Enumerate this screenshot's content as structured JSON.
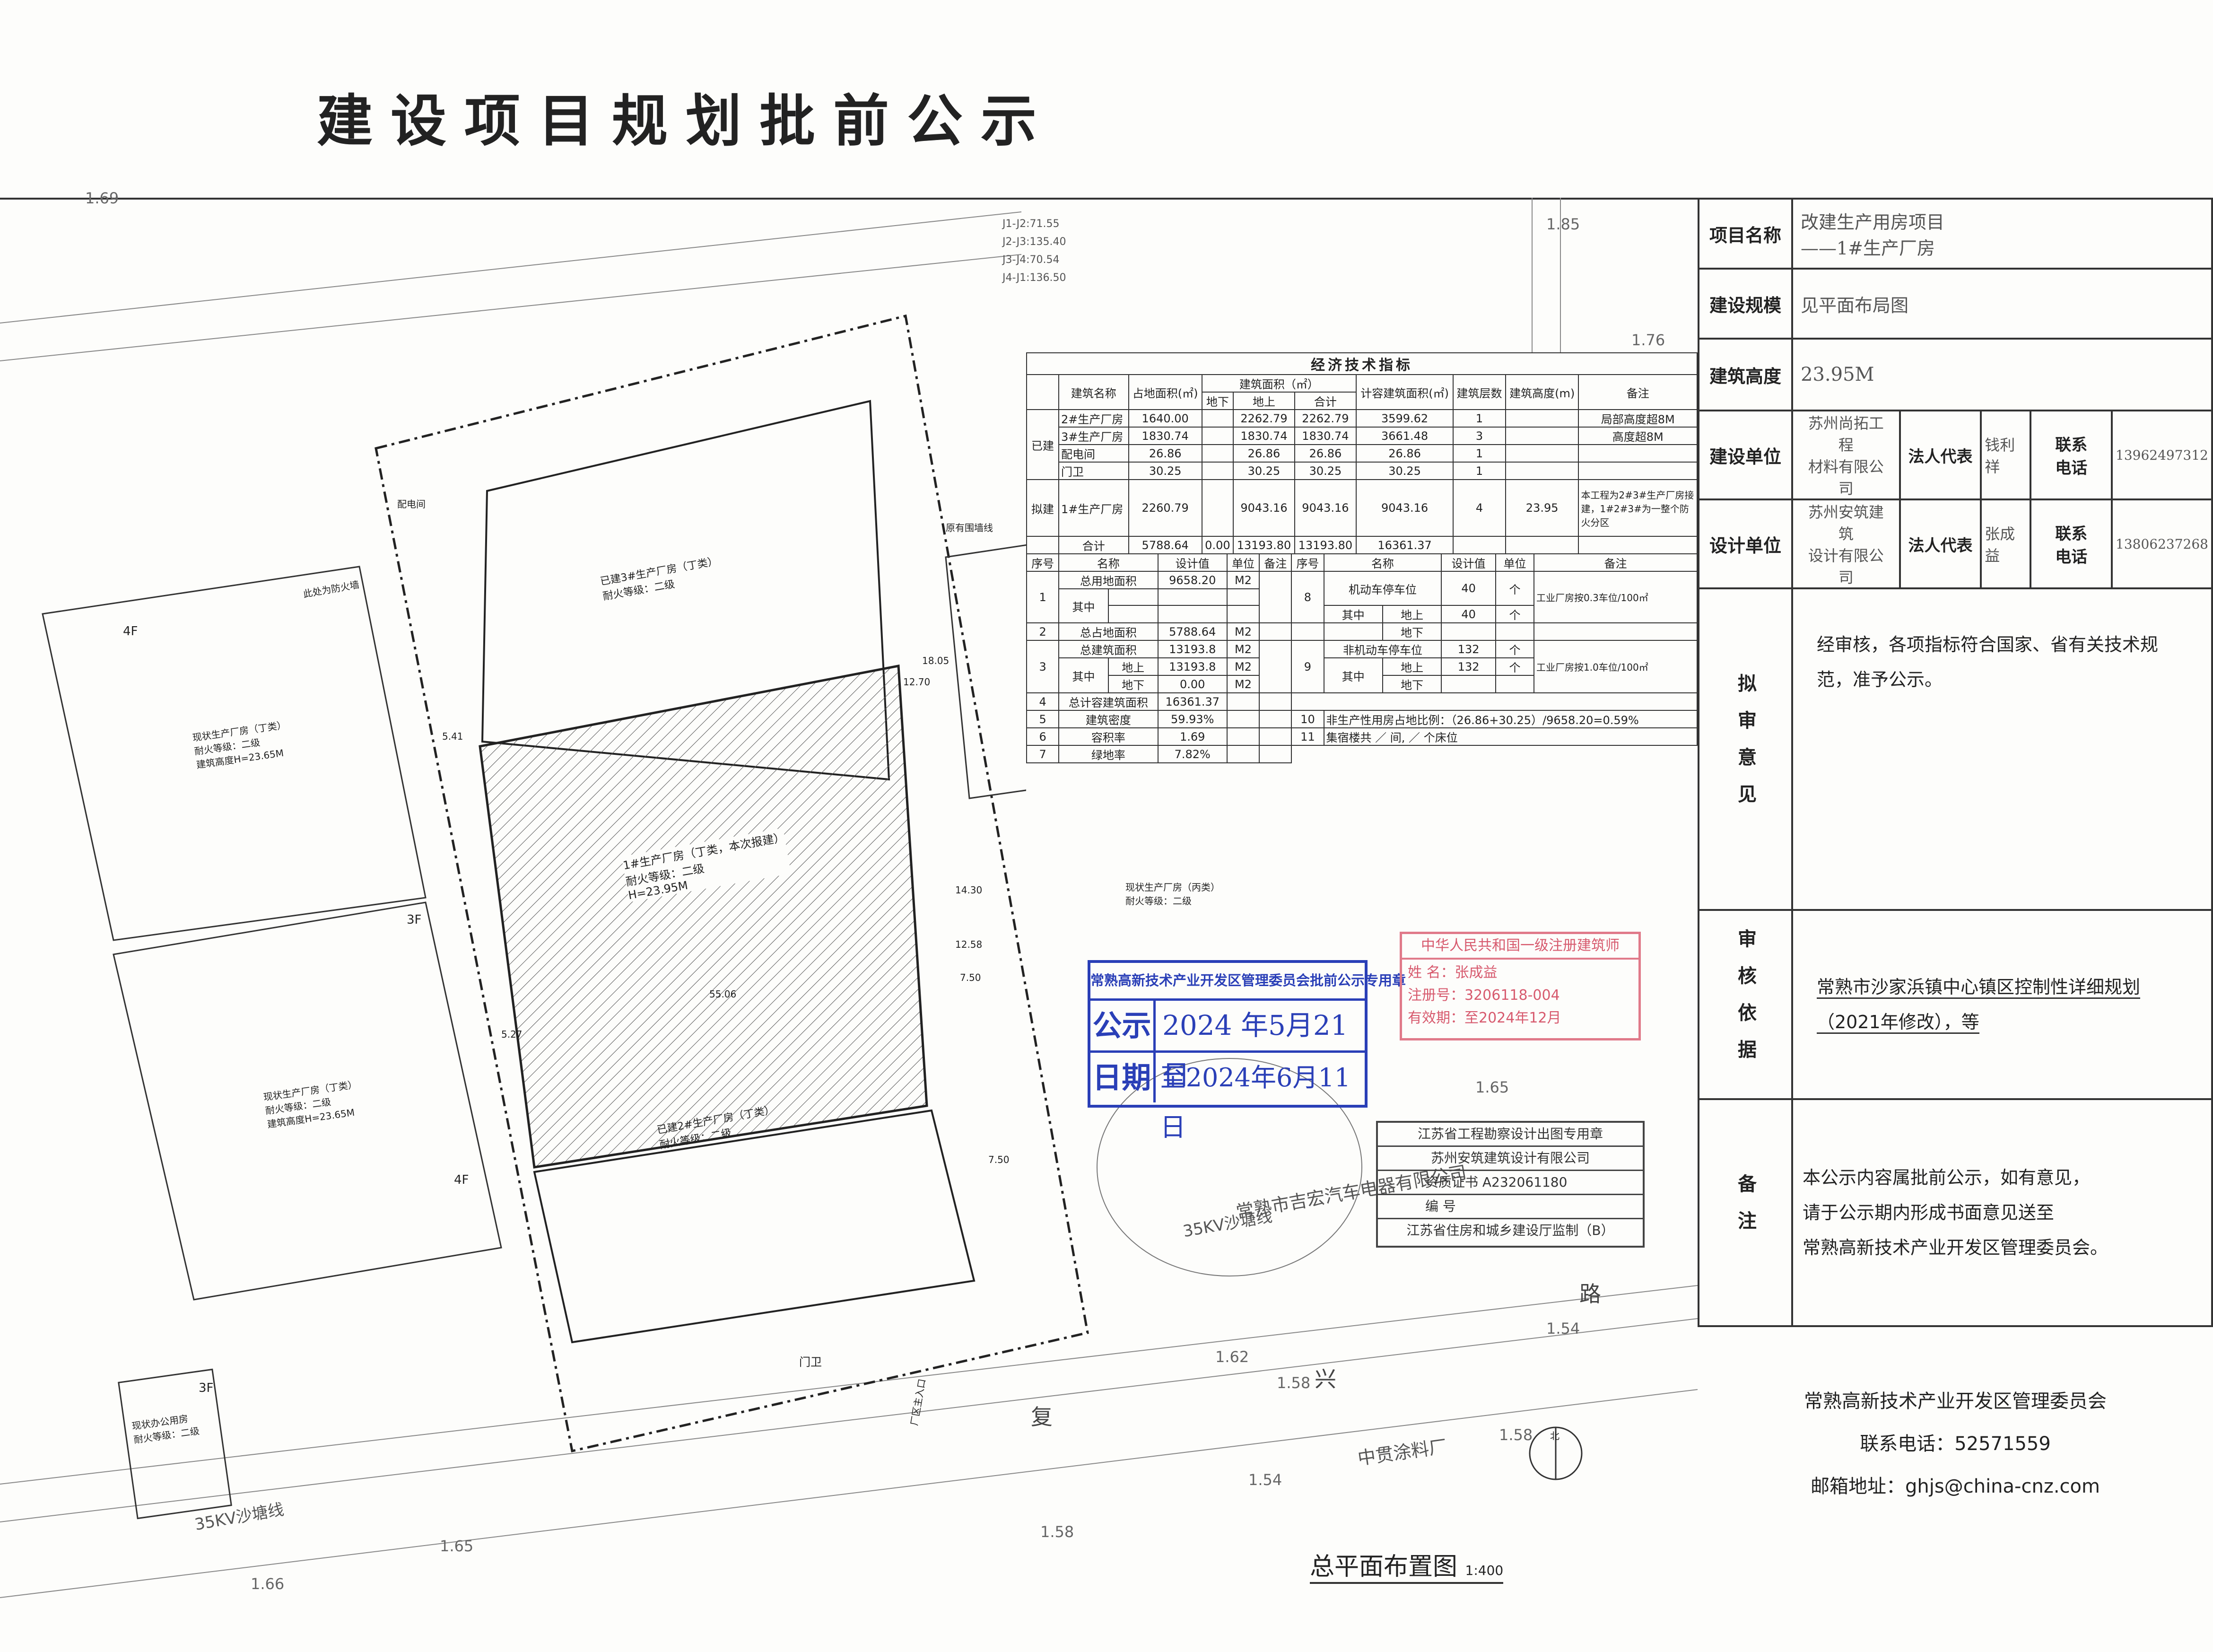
{
  "title": "建设项目规划批前公示",
  "side_panel": {
    "project_name_label": "项目名称",
    "project_name_value_line1": "改建生产用房项目",
    "project_name_value_line2": "——1#生产厂房",
    "scale_label": "建设规模",
    "scale_value": "见平面布局图",
    "height_label": "建筑高度",
    "height_value": "23.95M",
    "builder_label": "建设单位",
    "builder_value_line1": "苏州尚拓工程",
    "builder_value_line2": "材料有限公司",
    "legal_rep_label": "法人代表",
    "builder_legal_rep": "钱利祥",
    "contact_label_line1": "联系",
    "contact_label_line2": "电话",
    "builder_phone": "13962497312",
    "designer_label": "设计单位",
    "designer_value_line1": "苏州安筑建筑",
    "designer_value_line2": "设计有限公司",
    "designer_legal_rep": "张成益",
    "designer_phone": "13806237268",
    "opinion_label": "拟审意见",
    "opinion_text": "经审核，各项指标符合国家、省有关技术规范，准予公示。",
    "basis_label": "审核依据",
    "basis_text": "常熟市沙家浜镇中心镇区控制性详细规划（2021年修改），等",
    "remark_label": "备注",
    "remark_text_line1": "本公示内容属批前公示，如有意见，",
    "remark_text_line2": "请于公示期内形成书面意见送至",
    "remark_text_line3": "常熟高新技术产业开发区管理委员会。",
    "footer_org": "常熟高新技术产业开发区管理委员会",
    "footer_phone_label": "联系电话：",
    "footer_phone": "52571559",
    "footer_email_label": "邮箱地址：",
    "footer_email": "ghjs@china-cnz.com"
  },
  "econ_table": {
    "title": "经济技术指标",
    "headers": {
      "name": "建筑名称",
      "footprint": "占地面积(㎡)",
      "gfa": "建筑面积（㎡）",
      "below": "地下",
      "above": "地上",
      "total": "合计",
      "far_area": "计容建筑面积(㎡)",
      "floors": "建筑层数",
      "height": "建筑高度(m)",
      "remark": "备注"
    },
    "existing_label": "已建",
    "planned_label": "拟建",
    "existing": [
      {
        "name": "2#生产厂房",
        "footprint": "1640.00",
        "below": "",
        "above": "2262.79",
        "total": "2262.79",
        "far": "3599.62",
        "floors": "1",
        "height": "",
        "remark": "局部高度超8M"
      },
      {
        "name": "3#生产厂房",
        "footprint": "1830.74",
        "below": "",
        "above": "1830.74",
        "total": "1830.74",
        "far": "3661.48",
        "floors": "3",
        "height": "",
        "remark": "高度超8M"
      },
      {
        "name": "配电间",
        "footprint": "26.86",
        "below": "",
        "above": "26.86",
        "total": "26.86",
        "far": "26.86",
        "floors": "1",
        "height": "",
        "remark": ""
      },
      {
        "name": "门卫",
        "footprint": "30.25",
        "below": "",
        "above": "30.25",
        "total": "30.25",
        "far": "30.25",
        "floors": "1",
        "height": "",
        "remark": ""
      }
    ],
    "planned": {
      "name": "1#生产厂房",
      "footprint": "2260.79",
      "below": "",
      "above": "9043.16",
      "total": "9043.16",
      "far": "9043.16",
      "floors": "4",
      "height": "23.95",
      "remark": "本工程为2#3#生产厂房接建，1#2#3#为一整个防火分区"
    },
    "total_row": {
      "name": "合计",
      "footprint": "5788.64",
      "below": "0.00",
      "above": "13193.80",
      "total": "13193.80",
      "far": "16361.37"
    },
    "h2": {
      "no": "序号",
      "name": "名称",
      "value": "设计值",
      "unit": "单位",
      "remark": "备注"
    },
    "rows": {
      "r1_no": "1",
      "r1_name": "总用地面积",
      "r1_value": "9658.20",
      "r1_unit": "M2",
      "r1_sub": "其中",
      "r2_no": "2",
      "r2_name": "总占地面积",
      "r2_value": "5788.64",
      "r2_unit": "M2",
      "r3_no": "3",
      "r3_name": "总建筑面积",
      "r3_value": "13193.8",
      "r3_unit": "M2",
      "r3_sub": "其中",
      "r3_above": "地上",
      "r3_above_value": "13193.8",
      "r3_above_unit": "M2",
      "r3_below": "地下",
      "r3_below_value": "0.00",
      "r3_below_unit": "M2",
      "r4_no": "4",
      "r4_name": "总计容建筑面积",
      "r4_value": "16361.37",
      "r5_no": "5",
      "r5_name": "建筑密度",
      "r5_value": "59.93%",
      "r6_no": "6",
      "r6_name": "容积率",
      "r6_value": "1.69",
      "r7_no": "7",
      "r7_name": "绿地率",
      "r7_value": "7.82%",
      "r8_no": "8",
      "r8_name": "机动车停车位",
      "r8_value": "40",
      "r8_unit": "个",
      "r8_sub": "其中",
      "r8_above": "地上",
      "r8_above_value": "40",
      "r8_above_unit": "个",
      "r8_below": "地下",
      "r8_remark": "工业厂房按0.3车位/100㎡",
      "r9_no": "9",
      "r9_name": "非机动车停车位",
      "r9_value": "132",
      "r9_unit": "个",
      "r9_sub": "其中",
      "r9_above": "地上",
      "r9_above_value": "132",
      "r9_above_unit": "个",
      "r9_below": "地下",
      "r9_remark": "工业厂房按1.0车位/100㎡",
      "r10_no": "10",
      "r10_text": "非生产性用房占地比例：（26.86+30.25）/9658.20=0.59%",
      "r11_no": "11",
      "r11_text": "集宿楼共 ／ 间, ／ 个床位"
    }
  },
  "stamp_blue": {
    "header": "常熟高新技术产业开发区管理委员会批前公示专用章",
    "row1_label": "公示",
    "row2_label": "日期",
    "start_date": "2024 年5月21日",
    "end_date": "至2024年6月11日"
  },
  "stamp_red": {
    "header": "中华人民共和国一级注册建筑师",
    "name_line": "姓 名：张成益",
    "reg_line": "注册号：3206118-004",
    "valid_line": "有效期：至2024年12月"
  },
  "stamp_seal": {
    "line1": "江苏省工程勘察设计出图专用章",
    "line2": "苏州安筑建筑设计有限公司",
    "line3": "资质证书 A232061180",
    "line4": "编 号",
    "line5": "江苏省住房和城乡建设厅监制（B）"
  },
  "drawing": {
    "caption": "总平面布置图",
    "scale": "1:400",
    "bldg_3": "已建3#生产厂房（丁类）",
    "bldg_3_sub": "耐火等级：二级",
    "bldg_1": "1#生产厂房（丁类，本次报建）",
    "bldg_1_sub1": "耐火等级：二级",
    "bldg_1_sub2": "H=23.95M",
    "bldg_2": "已建2#生产厂房（丁类）",
    "bldg_2_sub": "耐火等级：二级",
    "west_top": "现状生产厂房（丁类）",
    "west_top_sub1": "耐火等级：二级",
    "west_top_sub2": "建筑高度H=23.65M",
    "west_mid": "现状生产厂房（丁类）",
    "west_mid_sub1": "耐火等级：二级",
    "west_mid_sub2": "建筑高度H=23.65M",
    "west_office": "现状办公用房",
    "west_office_sub": "耐火等级：二级",
    "east_bldg": "现状生产厂房（丙类）",
    "east_bldg_sub": "耐火等级：二级",
    "east_company": "常熟市吉宏汽车电器有限公司",
    "south_company": "中贯涂料厂",
    "road_xing": "兴",
    "road_fu": "复",
    "road_lu": "路",
    "power_line": "35KV沙塘线",
    "gate": "门卫",
    "main_entrance": "厂区主入口",
    "power_room": "配电间",
    "coords": [
      "J1-J2:71.55",
      "J2-J3:135.40",
      "J3-J4:70.54",
      "J4-J1:136.50"
    ],
    "floors_4f": "4F",
    "floors_3f": "3F",
    "elevations": [
      "1.69",
      "1.85",
      "1.76",
      "1.65",
      "1.54",
      "1.58",
      "1.62",
      "1.58",
      "1.66",
      "1.58",
      "1.65",
      "1.54"
    ],
    "dims": [
      "18.05",
      "12.70",
      "14.30",
      "12.58",
      "7.50",
      "55.06",
      "7.50",
      "5.41",
      "5.27"
    ],
    "fire_wall_note": "此处为防火墙",
    "redline": "原有围墙线",
    "north": "北"
  }
}
